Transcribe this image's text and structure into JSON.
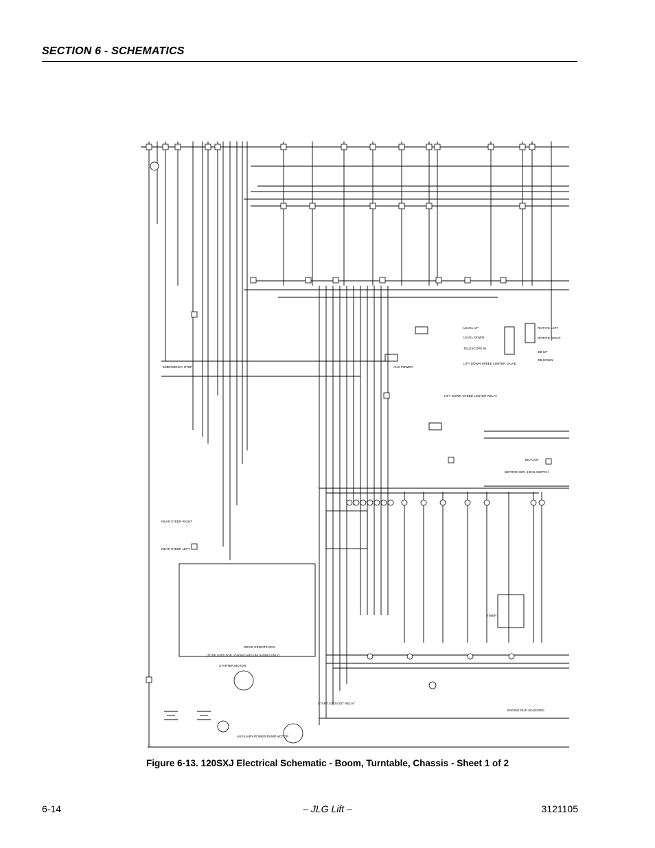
{
  "header": {
    "section_title": "SECTION 6 - SCHEMATICS"
  },
  "figure": {
    "caption": "Figure 6-13.  120SXJ Electrical Schematic - Boom, Turntable, Chassis - Sheet 1 of 2",
    "labels": {
      "emergency_stop": "EMERGENCY STOP",
      "aux_power": "AUX POWER",
      "level_up": "LEVEL UP",
      "level_down": "LEVEL DOWN",
      "telescope_in": "TELESCOPE IN",
      "rotate_left": "ROTATE LEFT",
      "rotate_right": "ROTATE RIGHT",
      "jib_up": "JIB UP",
      "jib_down": "JIB DOWN",
      "lift_down_speed_limiter_valve": "LIFT DOWN SPEED LIMITER VALVE",
      "lift_down_speed_limiter_relay": "LIFT DOWN SPEED LIMITER RELAY",
      "rear_steer_right": "REAR STEER RIGHT",
      "rear_steer_left": "REAR STEER LEFT",
      "starter_motor": "STARTER MOTOR",
      "start_lockout_relay": "START LOCKOUT RELAY",
      "engine_run_solenoid": "ENGINE RUN SOLENOID",
      "auxiliary_power_pump_motor": "AUXILIARY POWER PUMP MOTOR",
      "drive_remote_box": "DRIVE REMOTE BOX",
      "drive_remote_box_note": "(TO BE USED FOR LOADING AND UNLOADING ONLY)",
      "before_serial_switch": "BEFORE SER. 19011 SWITCH",
      "timer": "TIMER",
      "beacon": "BEACON"
    }
  },
  "footer": {
    "page_number": "6-14",
    "center_text": "– JLG Lift –",
    "doc_number": "3121105"
  }
}
